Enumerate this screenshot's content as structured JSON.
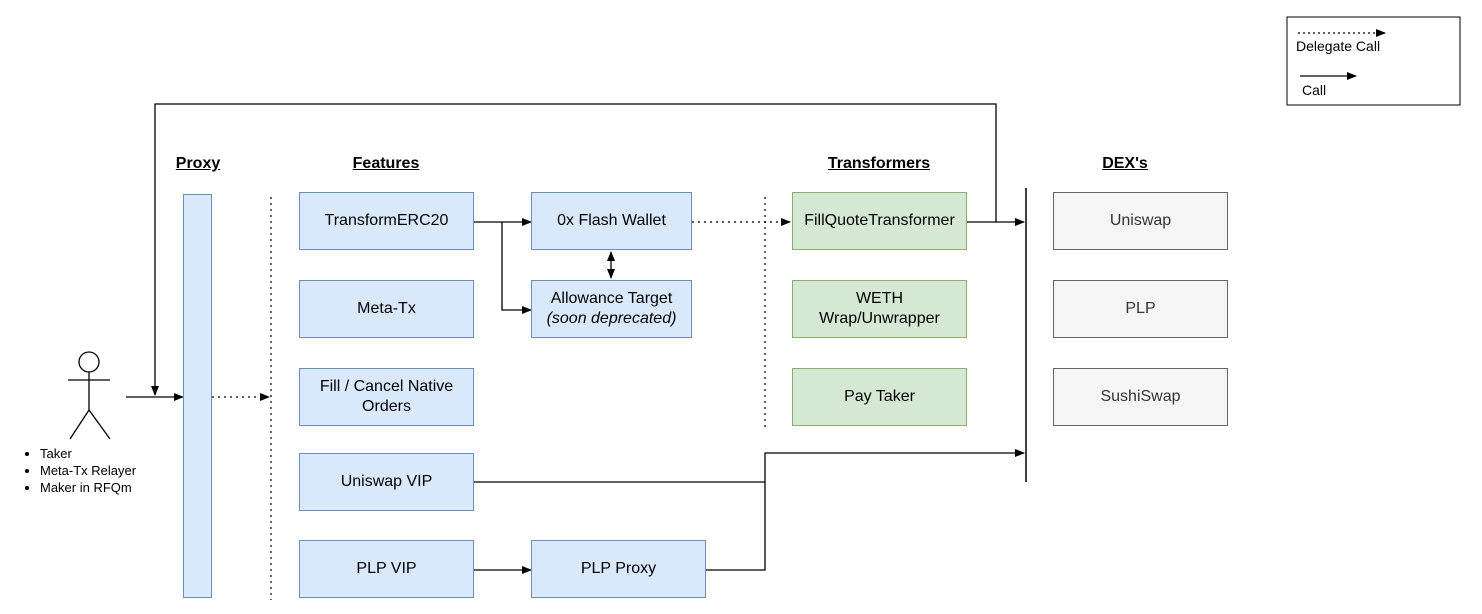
{
  "legend": {
    "delegate_call": "Delegate Call",
    "call": "Call"
  },
  "headings": {
    "proxy": "Proxy",
    "features": "Features",
    "transformers": "Transformers",
    "dexs": "DEX's"
  },
  "features": {
    "transform_erc20": "TransformERC20",
    "meta_tx": "Meta-Tx",
    "fill_cancel_native_orders": "Fill / Cancel Native Orders",
    "uniswap_vip": "Uniswap VIP",
    "plp_vip": "PLP VIP"
  },
  "components": {
    "flash_wallet": "0x Flash Wallet",
    "allowance_target": "Allowance Target",
    "allowance_target_note": "(soon deprecated)",
    "plp_proxy": "PLP Proxy"
  },
  "transformers": {
    "fill_quote": "FillQuoteTransformer",
    "weth_line1": "WETH",
    "weth_line2": "Wrap/Unwrapper",
    "pay_taker": "Pay Taker"
  },
  "dexs": {
    "uniswap": "Uniswap",
    "plp": "PLP",
    "sushiswap": "SushiSwap"
  },
  "actor": {
    "roles": [
      "Taker",
      "Meta-Tx Relayer",
      "Maker in RFQm"
    ]
  },
  "colors": {
    "feature_fill": "#dae8fc",
    "feature_stroke": "#6c8ebf",
    "transformer_fill": "#d5e8d4",
    "transformer_stroke": "#82b366",
    "dex_fill": "#f5f5f5",
    "dex_stroke": "#666666"
  }
}
